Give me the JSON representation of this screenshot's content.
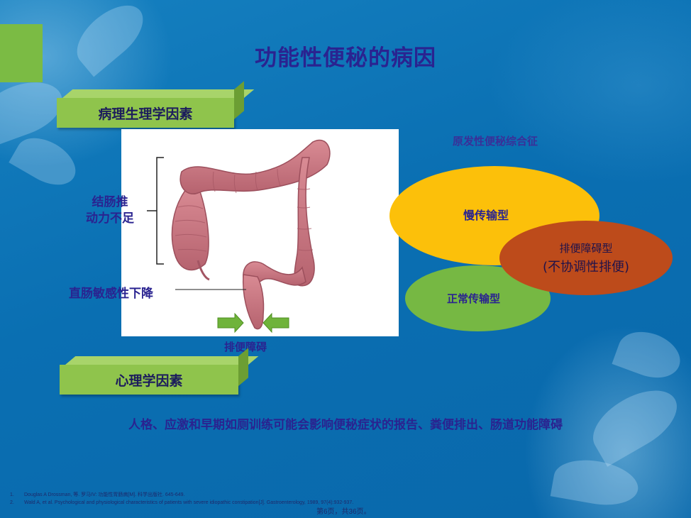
{
  "slide": {
    "title": "功能性便秘的病因",
    "tab_pathophysiology": "病理生理学因素",
    "tab_psychology": "心理学因素",
    "colon_label_line1": "结肠推",
    "colon_label_line2": "动力不足",
    "rectum_label": "直肠敏感性下降",
    "obstruction_label": "排便障碍",
    "syndrome_label": "原发性便秘综合征",
    "ellipse_slow": "慢传输型",
    "ellipse_normal": "正常传输型",
    "ellipse_dyssynergic_line1": "排便障碍型",
    "ellipse_dyssynergic_line2": "(不协调性排便)",
    "psychology_text": "人格、应激和早期如厕训练可能会影响便秘症状的报告、粪便排出、肠道功能障碍",
    "references": [
      {
        "num": "1.",
        "text": "Douglas A Drossman, 等. 罗马IV: 功能性胃肠病[M]. 科学出版社.      645-649."
      },
      {
        "num": "2.",
        "text": "Wald A, et al. Psychological and physiological characteristics of patients with severe idiopathic constipation[J]. Gastroenterology, 1989, 97(4):932-937."
      }
    ],
    "page_number": "第6页，共36页。"
  },
  "colors": {
    "background": "#0d74b6",
    "title": "#2a2390",
    "tab_green": "#8fc44c",
    "ellipse_slow": "#fcc00a",
    "ellipse_normal": "#76b843",
    "ellipse_dyssynergic": "#bd4b1b"
  }
}
